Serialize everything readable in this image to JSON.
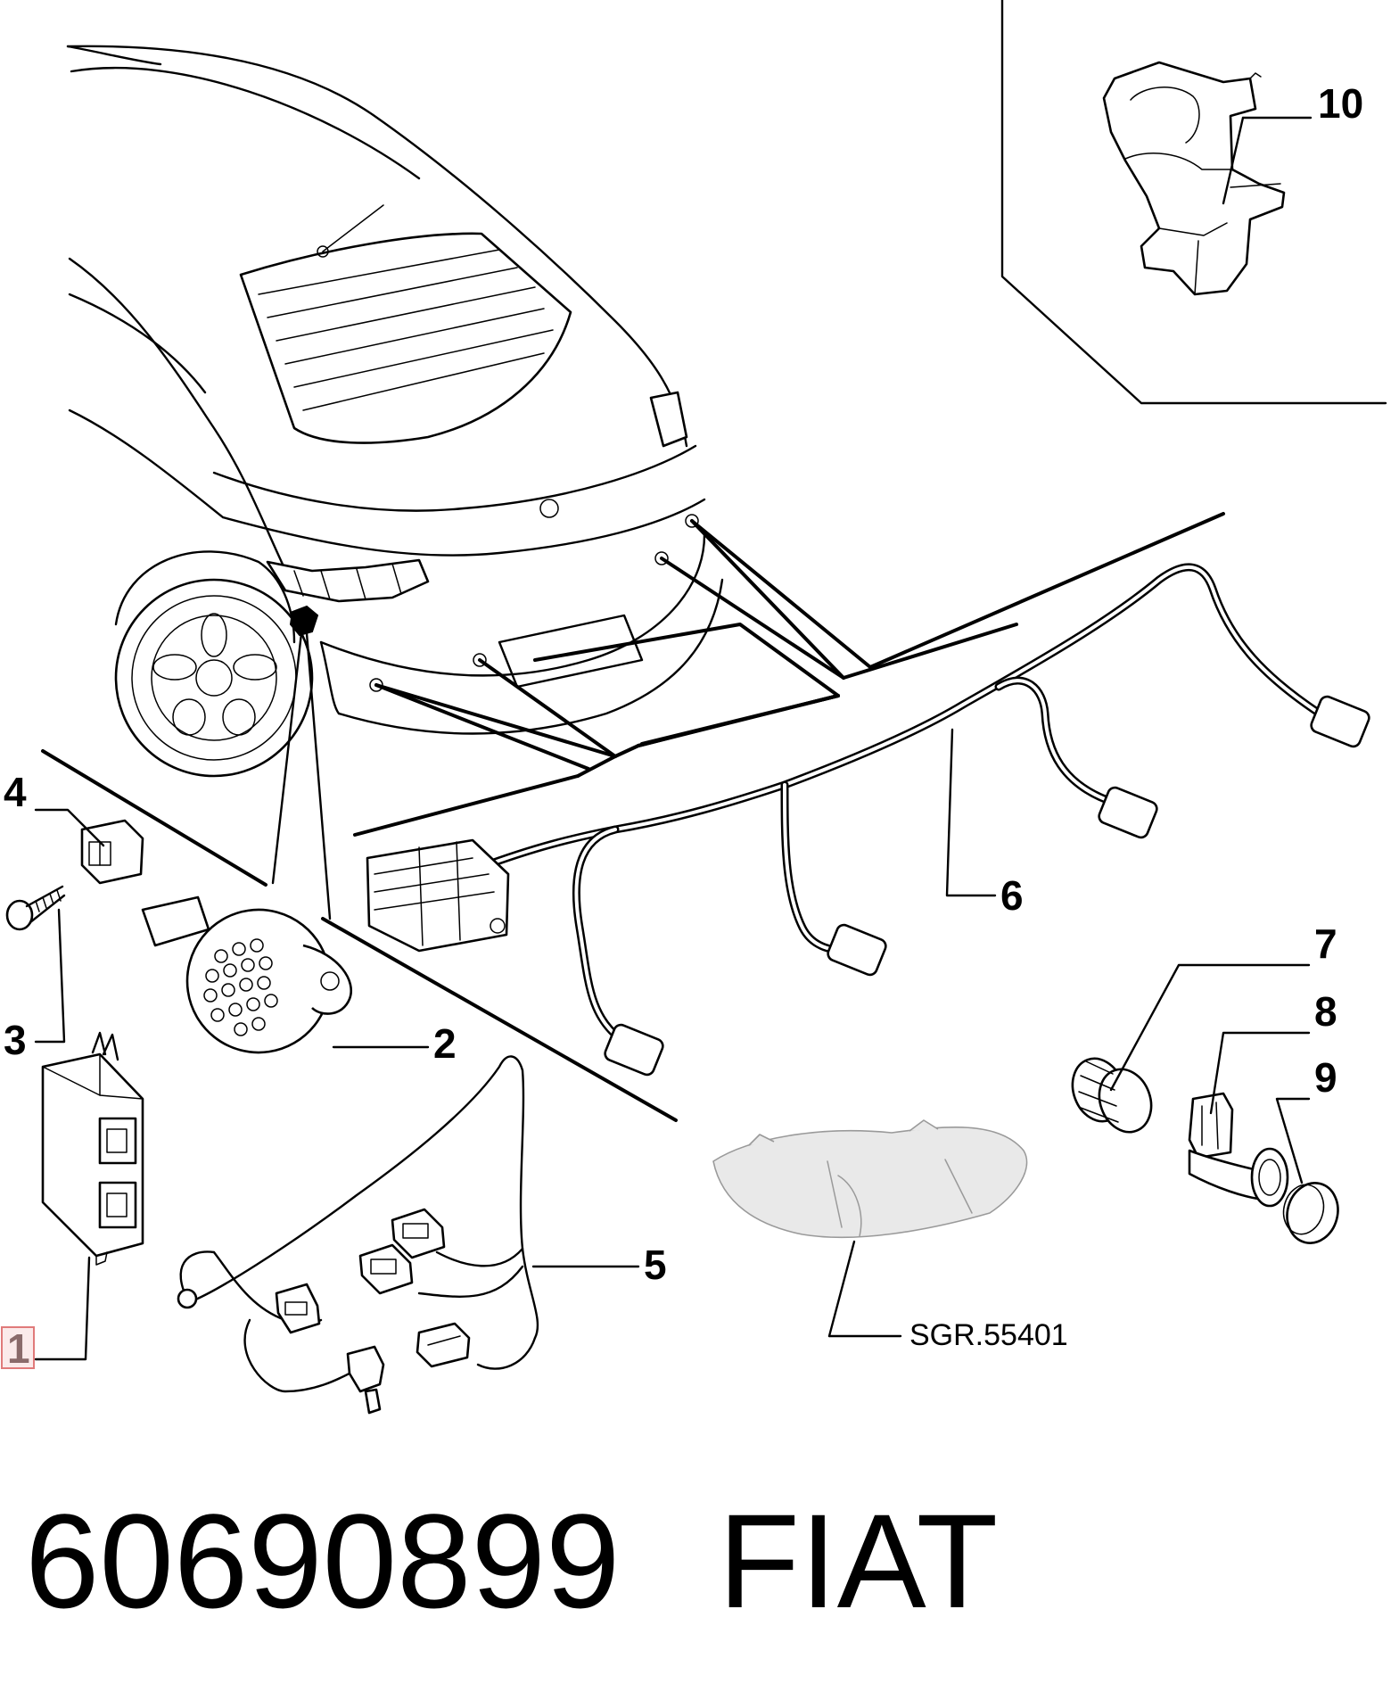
{
  "callouts": {
    "c1": "1",
    "c2": "2",
    "c3": "3",
    "c4": "4",
    "c5": "5",
    "c6": "6",
    "c7": "7",
    "c8": "8",
    "c9": "9",
    "c10": "10"
  },
  "reference_label": "SGR.55401",
  "footer": {
    "part_number": "60690899",
    "brand": "FIAT"
  },
  "colors": {
    "line": "#000000",
    "highlight_box": "#e07a7a",
    "highlight_fill": "#fbeaea",
    "background": "#ffffff"
  }
}
